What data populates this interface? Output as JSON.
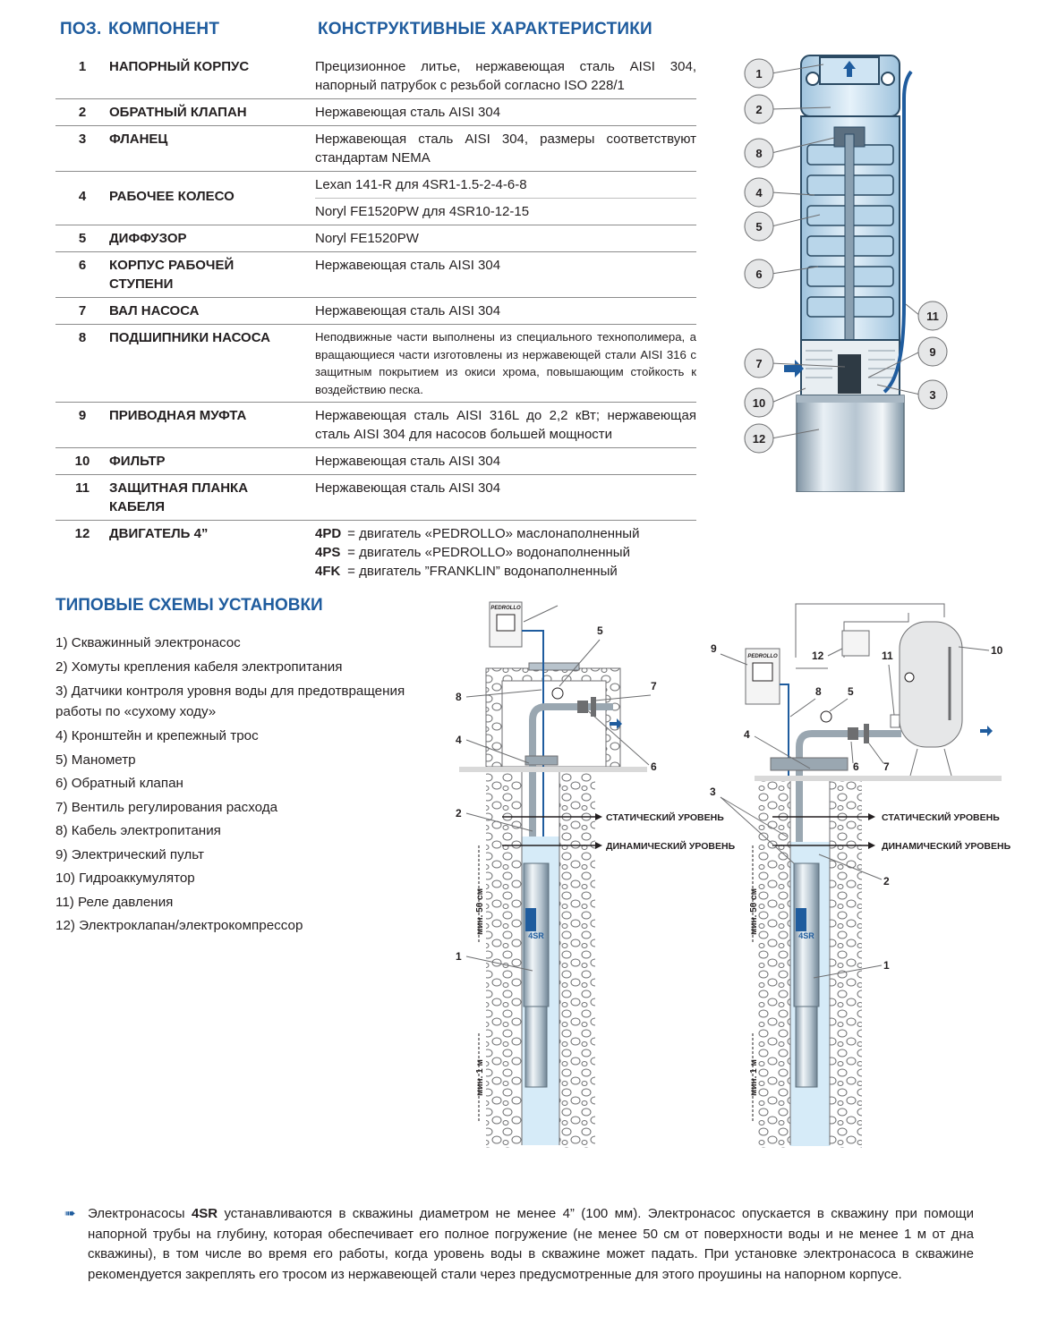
{
  "header": {
    "col_pos": "ПОЗ.",
    "col_component": "КОМПОНЕНТ",
    "col_characteristics": "КОНСТРУКТИВНЫЕ ХАРАКТЕРИСТИКИ"
  },
  "components": [
    {
      "pos": "1",
      "name": "НАПОРНЫЙ КОРПУС",
      "lines": [
        "Прецизионное литье, нержавеющая сталь AISI 304, напорный патрубок с резьбой согласно ISO 228/1"
      ]
    },
    {
      "pos": "2",
      "name": "ОБРАТНЫЙ КЛАПАН",
      "lines": [
        "Нержавеющая сталь AISI 304"
      ]
    },
    {
      "pos": "3",
      "name": "ФЛАНЕЦ",
      "lines": [
        "Нержавеющая сталь AISI 304, размеры соответствуют стандартам NEMA"
      ]
    },
    {
      "pos": "4",
      "name": "РАБОЧЕЕ КОЛЕСО",
      "lines": [
        "Lexan 141-R для 4SR1-1.5-2-4-6-8",
        "Noryl FE1520PW для 4SR10-12-15"
      ]
    },
    {
      "pos": "5",
      "name": "ДИФФУЗОР",
      "lines": [
        "Noryl FE1520PW"
      ]
    },
    {
      "pos": "6",
      "name": "КОРПУС РАБОЧЕЙ СТУПЕНИ",
      "lines": [
        "Нержавеющая сталь AISI 304"
      ]
    },
    {
      "pos": "7",
      "name": "ВАЛ НАСОСА",
      "lines": [
        "Нержавеющая сталь AISI 304"
      ]
    },
    {
      "pos": "8",
      "name": "ПОДШИПНИКИ НАСОСА",
      "lines": [
        "Неподвижные части выполнены из специального технополимера, а вращающиеся части изготовлены из нержавеющей стали AISI 316 с защитным покрытием из окиси хрома, повышающим стойкость к воздействию песка."
      ]
    },
    {
      "pos": "9",
      "name": "ПРИВОДНАЯ МУФТА",
      "lines": [
        "Нержавеющая сталь AISI 316L до 2,2 кВт; нержавеющая сталь AISI 304 для насосов большей мощности"
      ]
    },
    {
      "pos": "10",
      "name": "ФИЛЬТР",
      "lines": [
        "Нержавеющая сталь AISI 304"
      ]
    },
    {
      "pos": "11",
      "name": "ЗАЩИТНАЯ ПЛАНКА КАБЕЛЯ",
      "lines": [
        "Нержавеющая сталь AISI 304"
      ]
    }
  ],
  "motor": {
    "pos": "12",
    "name": "ДВИГАТЕЛЬ 4”",
    "options": [
      {
        "code": "4PD",
        "text": "= двигатель «PEDROLLO» маслонаполненный"
      },
      {
        "code": "4PS",
        "text": "= двигатель «PEDROLLO» водонаполненный"
      },
      {
        "code": "4FK",
        "text": "= двигатель ”FRANKLIN” водонаполненный"
      }
    ]
  },
  "pump_callouts": [
    "1",
    "2",
    "8",
    "4",
    "5",
    "6",
    "11",
    "7",
    "9",
    "10",
    "3",
    "12"
  ],
  "install": {
    "title": "ТИПОВЫЕ СХЕМЫ УСТАНОВКИ",
    "legend": [
      "1) Скважинный электронасос",
      "2) Хомуты крепления кабеля электропитания",
      "3) Датчики контроля уровня воды для предотвращения работы по «сухому ходу»",
      "4) Кронштейн и крепежный трос",
      "5) Манометр",
      "6) Обратный клапан",
      "7) Вентиль регулирования расхода",
      "8) Кабель электропитания",
      "9) Электрический пульт",
      "10) Гидроаккумулятор",
      "11) Реле давления",
      "12) Электроклапан/электрокомпрессор"
    ],
    "static_level": "СТАТИЧЕСКИЙ УРОВЕНЬ",
    "dynamic_level": "ДИНАМИЧЕСКИЙ УРОВЕНЬ",
    "min_50": "мин. 50 см",
    "min_1m": "мин. 1 м",
    "brand": "PEDROLLO",
    "pump_mark": "4SR",
    "left_numbers": [
      "8",
      "5",
      "7",
      "4",
      "6",
      "2",
      "1"
    ],
    "right_numbers": [
      "9",
      "12",
      "11",
      "10",
      "8",
      "5",
      "4",
      "6",
      "7",
      "3",
      "2",
      "1"
    ]
  },
  "note": {
    "prefix": "Электронасосы ",
    "bold": "4SR",
    "text": " устанавливаются в скважины диаметром не менее 4” (100 мм). Электронасос опускается в скважину при помощи напорной трубы на глубину, которая обеспечивает его полное погружение (не менее 50 см от поверхности воды и не менее 1 м от дна скважины), в том числе во время его работы, когда уровень воды в скважине может падать. При установке электронасоса в скважине рекомендуется закреплять его тросом из нержавеющей стали через предусмотренные для этого проушины на напорном корпусе."
  },
  "colors": {
    "heading_blue": "#1f5c9e",
    "pump_blue": "#cfe4f3",
    "water": "#d6ebf8"
  }
}
